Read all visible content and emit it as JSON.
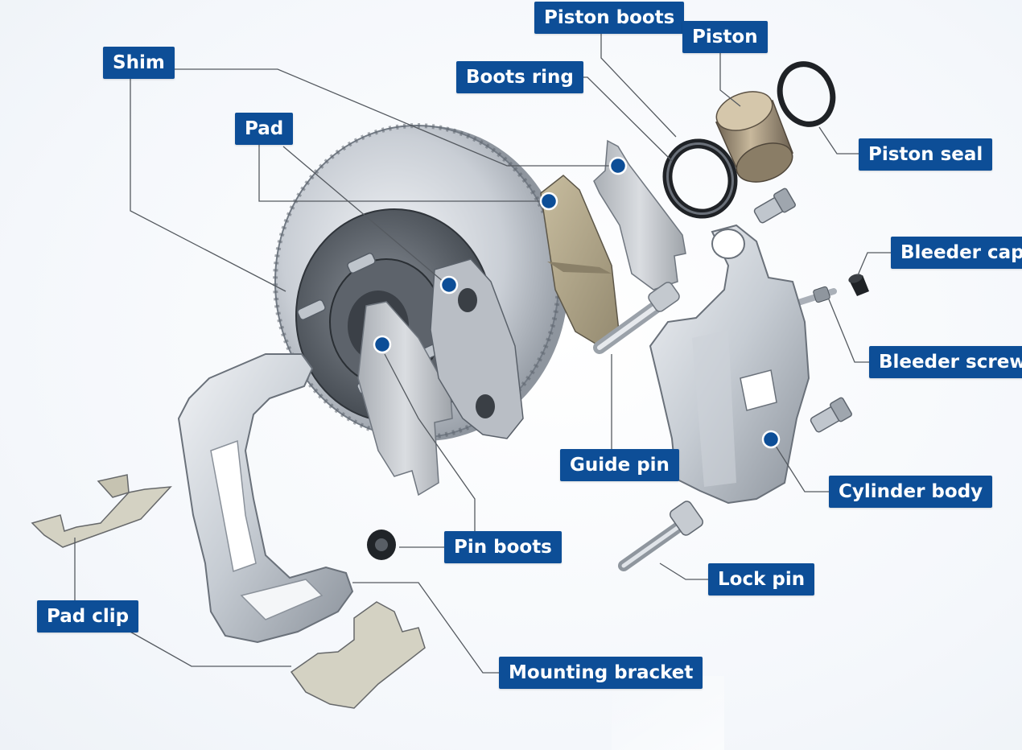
{
  "labels": {
    "piston_boots": "Piston boots",
    "piston": "Piston",
    "shim": "Shim",
    "boots_ring": "Boots ring",
    "piston_seal": "Piston seal",
    "pad": "Pad",
    "bleeder_cap": "Bleeder cap",
    "bleeder_screw": "Bleeder screw",
    "guide_pin": "Guide pin",
    "cylinder_body": "Cylinder body",
    "pin_boots": "Pin boots",
    "lock_pin": "Lock pin",
    "pad_clip": "Pad clip",
    "mounting_bracket": "Mounting bracket"
  },
  "colors": {
    "label_bg": "#0d4e97",
    "label_text": "#ffffff",
    "leader_line": "#555a60",
    "marker_dot": "#0d4e97",
    "metal_light": "#dfe3e8",
    "metal_mid": "#b9c0c8",
    "metal_dark": "#7d858f",
    "pad_friction": "#b3a78a",
    "seal_black": "#1f2226",
    "piston_bronze": "#9b8b72"
  }
}
